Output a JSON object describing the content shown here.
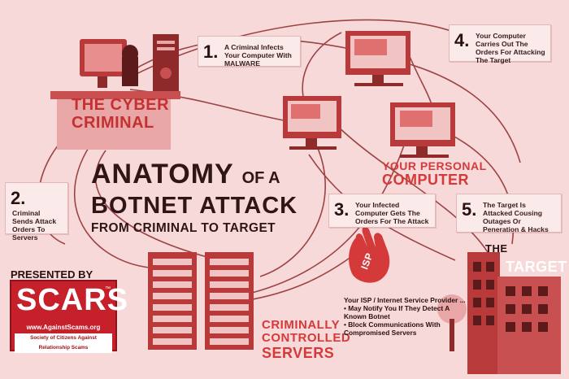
{
  "title": {
    "line1_main": "ANATOMY",
    "line1_small": "OF A",
    "line2": "BOTNET ATTACK",
    "line3": "FROM CRIMINAL TO TARGET"
  },
  "labels": {
    "cyber_criminal_1": "THE CYBER",
    "cyber_criminal_2": "CRIMINAL",
    "personal_1": "YOUR PERSONAL",
    "personal_2": "COMPUTER",
    "target_1": "THE",
    "target_2": "TARGET",
    "servers_1": "CRIMINALLY",
    "servers_2": "CONTROLLED",
    "servers_3": "SERVERS",
    "isp": "ISP"
  },
  "steps": [
    {
      "num": "1.",
      "text": "A Criminal Infects Your Computer With MALWARE"
    },
    {
      "num": "2.",
      "text": "Criminal Sends Attack Orders To Servers"
    },
    {
      "num": "3.",
      "text": "Your Infected Computer Gets The Orders For The Attack"
    },
    {
      "num": "4.",
      "text": "Your Computer Carries Out The Orders For Attacking The Target"
    },
    {
      "num": "5.",
      "text": "The Target Is Attacked Cousing Outages Or Peneration & Hacks"
    }
  ],
  "isp_note": {
    "title": "Your ISP / Internet Service Provider ...",
    "bullet1": "• May Notify You If They Detect A Known Botnet",
    "bullet2": "• Block Communications With Compromised Servers"
  },
  "presenter": {
    "presented_by": "PRESENTED BY",
    "logo": "SCARS",
    "tm": "™",
    "url": "www.AgainstScams.org",
    "society": "Society of Citizens Against Relationship Scams"
  },
  "colors": {
    "background": "#f7d9d9",
    "accent": "#d53a3a",
    "dark": "#2f1515",
    "device": "#b83a3a"
  }
}
